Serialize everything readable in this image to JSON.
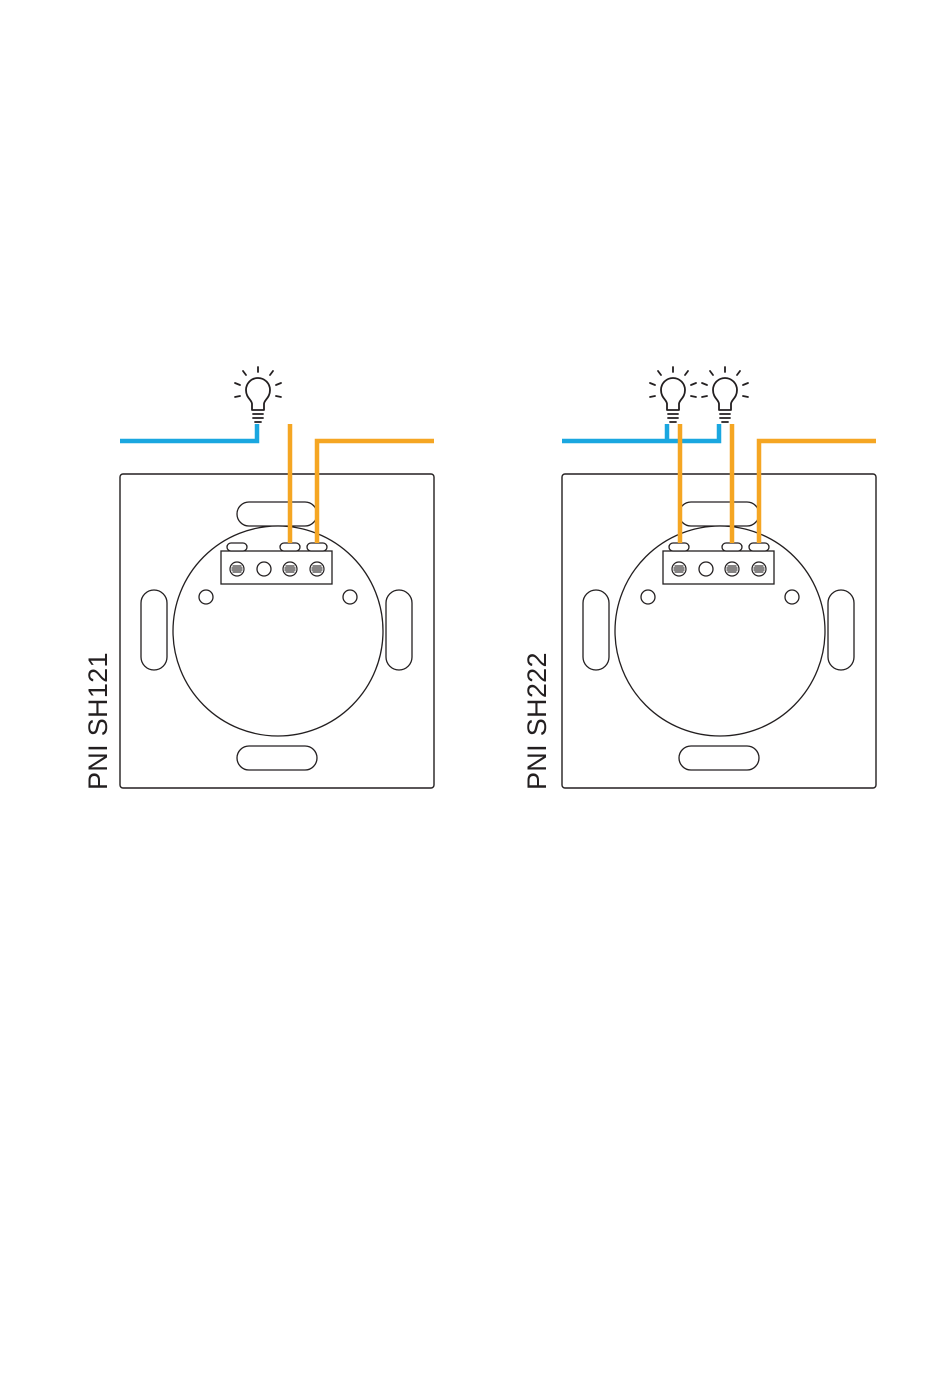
{
  "colors": {
    "neutral_wire": "#1aa7e0",
    "live_wire": "#f5a623",
    "line": "#231f20",
    "background": "#ffffff"
  },
  "diagrams": [
    {
      "model": "PNI SH121",
      "bulb_count": 1,
      "terminal_count": 3
    },
    {
      "model": "PNI SH222",
      "bulb_count": 2,
      "terminal_count": 4
    }
  ],
  "icons": [
    "light-bulb-icon"
  ]
}
